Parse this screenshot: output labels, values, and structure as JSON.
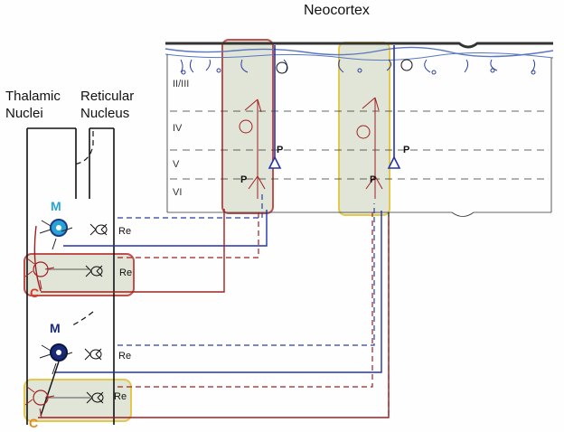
{
  "title": "Neocortex",
  "thalamic": {
    "line1": "Thalamic",
    "line2": "Nuclei"
  },
  "reticular": {
    "line1": "Reticular",
    "line2": "Nucleus"
  },
  "layers": [
    "II/III",
    "IV",
    "V",
    "VI"
  ],
  "cells": {
    "m_top": "M",
    "c_top": "C",
    "m_bottom": "M",
    "c_bottom": "C",
    "re": "Re",
    "p": "P"
  },
  "colors": {
    "m_top": "#29a3d6",
    "c_top": "#d83a2a",
    "m_bottom": "#1a2a7a",
    "c_bottom": "#e58a1f",
    "red_box": "#c0504d",
    "yellow_box": "#e3c84a",
    "box_fill": "#c9cfb6",
    "blue_axon": "#2233aa",
    "red_axon": "#a02020"
  }
}
